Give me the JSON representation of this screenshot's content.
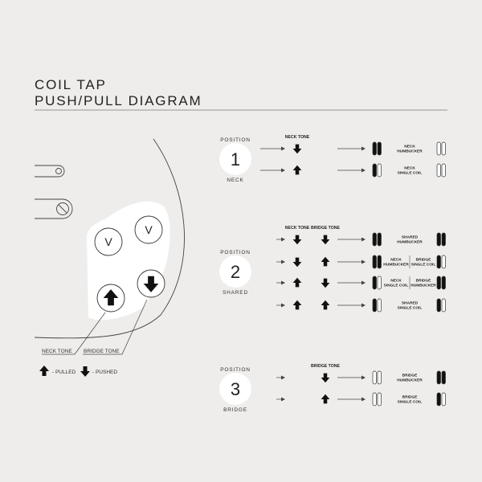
{
  "title": {
    "line1": "COIL TAP",
    "line2": "PUSH/PULL DIAGRAM"
  },
  "guitar": {
    "knobs": [
      {
        "label": "V",
        "kind": "volume"
      },
      {
        "label": "V",
        "kind": "volume"
      },
      {
        "kind": "tone",
        "state": "up"
      },
      {
        "kind": "tone",
        "state": "down"
      }
    ],
    "callouts": [
      "NECK TONE",
      "BRIDGE TONE"
    ]
  },
  "legend": {
    "pulled": "- PULLED",
    "pushed": "- PUSHED"
  },
  "positions": [
    {
      "label_top": "POSITION",
      "number": "1",
      "label_bottom": "NECK",
      "tone_headers": [
        "NECK TONE"
      ],
      "rows": [
        {
          "tones": [
            "down"
          ],
          "neck": "hum",
          "bridge": "off",
          "labels": [
            "NECK",
            "HUMBUCKER"
          ]
        },
        {
          "tones": [
            "up"
          ],
          "neck": "single",
          "bridge": "off",
          "labels": [
            "NECK",
            "SINGLE COIL"
          ]
        }
      ]
    },
    {
      "label_top": "POSITION",
      "number": "2",
      "label_bottom": "SHARED",
      "tone_headers": [
        "NECK TONE",
        "BRIDGE TONE"
      ],
      "rows": [
        {
          "tones": [
            "down",
            "down"
          ],
          "neck": "hum",
          "bridge": "hum",
          "labels": [
            "SHARED",
            "HUMBUCKER"
          ]
        },
        {
          "tones": [
            "down",
            "up"
          ],
          "neck": "hum",
          "bridge": "single",
          "labels": [
            "NECK",
            "HUMBUCKER",
            "BRIDGE",
            "SINGLE COIL"
          ]
        },
        {
          "tones": [
            "up",
            "down"
          ],
          "neck": "single",
          "bridge": "hum",
          "labels": [
            "NECK",
            "SINGLE COIL",
            "BRIDGE",
            "HUMBUCKER"
          ]
        },
        {
          "tones": [
            "up",
            "up"
          ],
          "neck": "single",
          "bridge": "single",
          "labels": [
            "SHARED",
            "SINGLE COIL"
          ]
        }
      ]
    },
    {
      "label_top": "POSITION",
      "number": "3",
      "label_bottom": "BRIDGE",
      "tone_headers": [
        "BRIDGE TONE"
      ],
      "rows": [
        {
          "tones": [
            "down"
          ],
          "neck": "off",
          "bridge": "hum",
          "labels": [
            "BRIDGE",
            "HUMBUCKER"
          ]
        },
        {
          "tones": [
            "up"
          ],
          "neck": "off",
          "bridge": "single",
          "labels": [
            "BRIDGE",
            "SINGLE COIL"
          ]
        }
      ]
    }
  ]
}
